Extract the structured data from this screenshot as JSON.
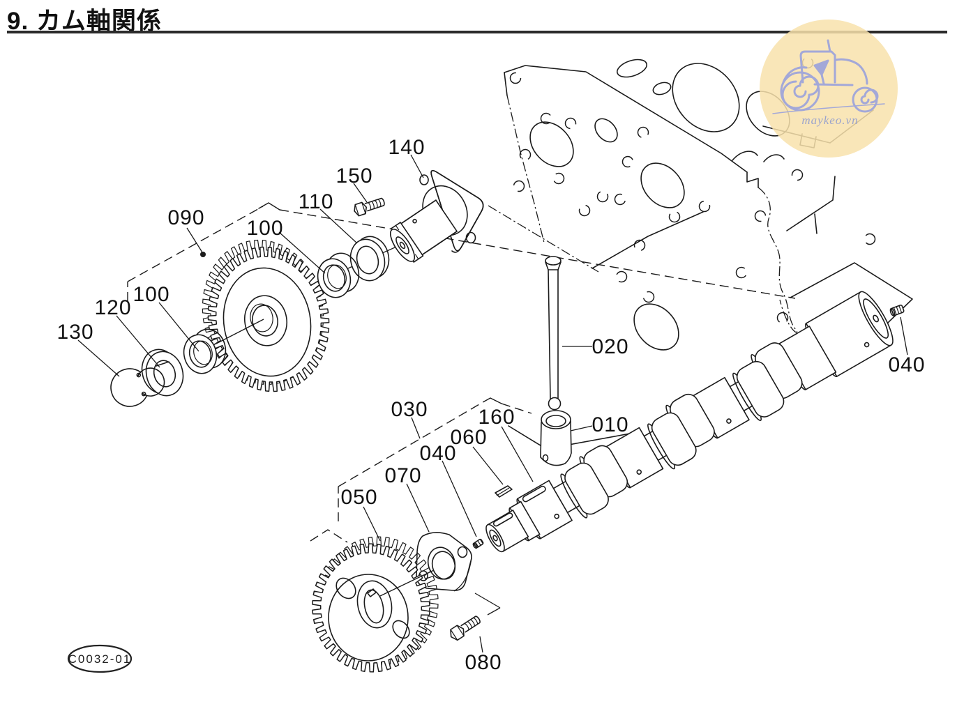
{
  "page": {
    "title": "9. カム軸関係"
  },
  "watermark": {
    "site": "maykeo.vn"
  },
  "stamp": {
    "code": "C0032-01"
  },
  "diagram": {
    "labels": [
      {
        "id": "090",
        "text": "090"
      },
      {
        "id": "100a",
        "text": "100"
      },
      {
        "id": "110",
        "text": "110"
      },
      {
        "id": "100b",
        "text": "100"
      },
      {
        "id": "120",
        "text": "120"
      },
      {
        "id": "130",
        "text": "130"
      },
      {
        "id": "140",
        "text": "140"
      },
      {
        "id": "150",
        "text": "150"
      },
      {
        "id": "020",
        "text": "020"
      },
      {
        "id": "010",
        "text": "010"
      },
      {
        "id": "160",
        "text": "160"
      },
      {
        "id": "030",
        "text": "030"
      },
      {
        "id": "060",
        "text": "060"
      },
      {
        "id": "040a",
        "text": "040"
      },
      {
        "id": "070",
        "text": "070"
      },
      {
        "id": "050",
        "text": "050"
      },
      {
        "id": "040b",
        "text": "040"
      },
      {
        "id": "080",
        "text": "080"
      }
    ]
  }
}
